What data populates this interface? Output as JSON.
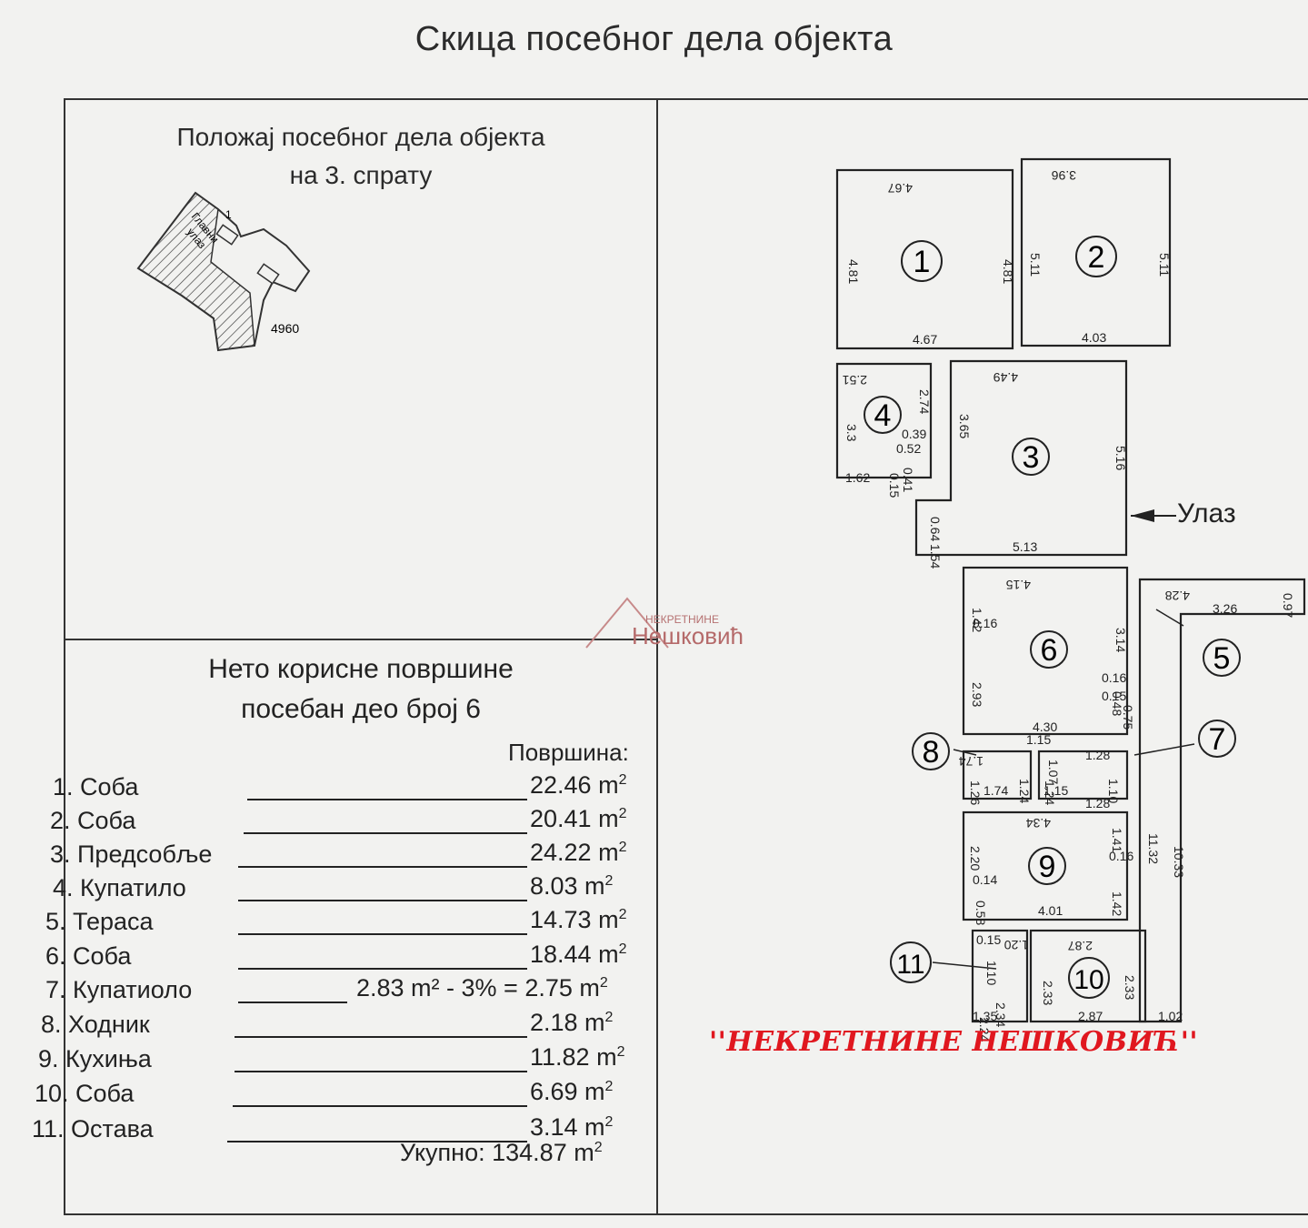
{
  "document": {
    "title": "Скица посебног дела објекта",
    "position_title_line1": "Положај посебног дела објекта",
    "position_title_line2": "на 3. спрату",
    "list_title_line1": "Нето корисне површине",
    "list_title_line2": "посебан део број 6",
    "area_header": "Површина:",
    "total_label": "Укупно:",
    "total_value": "134.87 m",
    "unit_exponent": "2",
    "entrance_label": "Улаз",
    "watermark_text": "''НЕКРЕТНИНЕ НЕШКОВИЋ''",
    "logo_top": "НЕКРЕТНИНЕ",
    "logo_bottom": "Нешковић"
  },
  "location_map": {
    "entrance_label_1": "Главни",
    "entrance_label_2": "улаз",
    "arrow_label": "1",
    "parcel_number": "4960"
  },
  "rooms": [
    {
      "label": "1. Соба",
      "value": "22.46 m"
    },
    {
      "label": "2. Соба",
      "value": "20.41 m"
    },
    {
      "label": "3. Предсобље",
      "value": "24.22 m"
    },
    {
      "label": "4. Купатило",
      "value": "8.03 m"
    },
    {
      "label": "5. Тераса",
      "value": "14.73 m"
    },
    {
      "label": "6. Соба",
      "value": "18.44 m"
    },
    {
      "label": "7. Купатиоло",
      "value": "2.83 m² - 3% = 2.75 m"
    },
    {
      "label": "8. Ходник",
      "value": "2.18 m"
    },
    {
      "label": "9. Кухиња",
      "value": "11.82 m"
    },
    {
      "label": "10. Соба",
      "value": "6.69 m"
    },
    {
      "label": "11. Остава",
      "value": "3.14 m"
    }
  ],
  "plan": {
    "room_numbers": [
      "1",
      "2",
      "3",
      "4",
      "5",
      "6",
      "7",
      "8",
      "9",
      "10",
      "11"
    ],
    "dimensions": [
      "4.67",
      "4.67",
      "4.81",
      "4.81",
      "3.96",
      "4.03",
      "5.11",
      "5.11",
      "2.51",
      "2.74",
      "3.3",
      "1.62",
      "0.39",
      "0.52",
      "0.41",
      "0.15",
      "4.49",
      "3.65",
      "5.16",
      "0.64",
      "1.54",
      "5.13",
      "4.15",
      "1.42",
      "0.16",
      "2.93",
      "3.14",
      "0.16",
      "0.48",
      "0.15",
      "0.75",
      "4.30",
      "4.28",
      "3.26",
      "0.97",
      "1.15",
      "1.74",
      "1.26",
      "1.74",
      "1.24",
      "1.07",
      "1.24",
      "1.15",
      "1.28",
      "1.10",
      "1.28",
      "11.32",
      "10.33",
      "4.34",
      "2.20",
      "1.41",
      "0.16",
      "0.14",
      "0.58",
      "4.01",
      "1.42",
      "0.15",
      "1.20",
      "1.10",
      "2.34",
      "2.24",
      "1.35",
      "2.87",
      "2.33",
      "2.33",
      "2.87",
      "1.02"
    ]
  }
}
